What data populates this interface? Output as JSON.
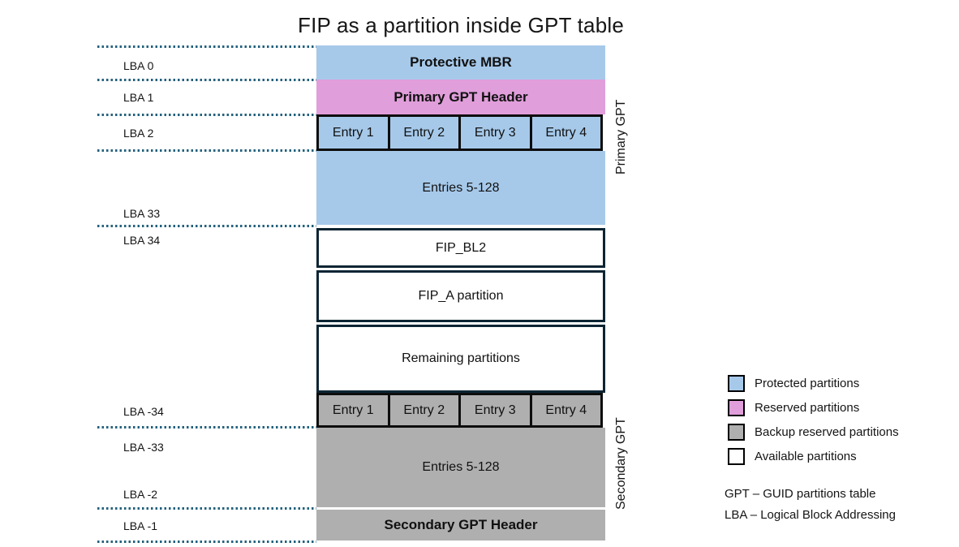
{
  "title": "FIP as a partition inside GPT table",
  "colors": {
    "protected_blue": "#A6C9EA",
    "reserved_pink": "#E09EDA",
    "backup_gray": "#AFAFAF",
    "available_white": "#FFFFFF",
    "white_block_border": "#0D2533",
    "entry_border": "#0D0D0D",
    "dotted_line": "#23617D"
  },
  "lba_labels": [
    "LBA 0",
    "LBA 1",
    "LBA 2",
    "LBA 33",
    "LBA 34",
    "LBA -34",
    "LBA -33",
    "LBA -2",
    "LBA -1"
  ],
  "blocks": {
    "protective_mbr": "Protective MBR",
    "primary_gpt_header": "Primary GPT Header",
    "primary_entries": [
      "Entry 1",
      "Entry 2",
      "Entry 3",
      "Entry 4"
    ],
    "primary_entries_rest": "Entries 5-128",
    "fip_bl2": "FIP_BL2",
    "fip_a_partition": "FIP_A partition",
    "remaining_partitions": "Remaining partitions",
    "secondary_entries": [
      "Entry 1",
      "Entry 2",
      "Entry 3",
      "Entry 4"
    ],
    "secondary_entries_rest": "Entries 5-128",
    "secondary_gpt_header": "Secondary GPT Header"
  },
  "side_labels": {
    "primary": "Primary GPT",
    "secondary": "Secondary GPT"
  },
  "legend": {
    "items": [
      {
        "label": "Protected partitions",
        "color": "#A6C9EA"
      },
      {
        "label": "Reserved partitions",
        "color": "#E09EDA"
      },
      {
        "label": "Backup reserved partitions",
        "color": "#AFAFAF"
      },
      {
        "label": "Available partitions",
        "color": "#FFFFFF"
      }
    ]
  },
  "footnotes": [
    "GPT – GUID partitions table",
    "LBA – Logical Block Addressing"
  ]
}
